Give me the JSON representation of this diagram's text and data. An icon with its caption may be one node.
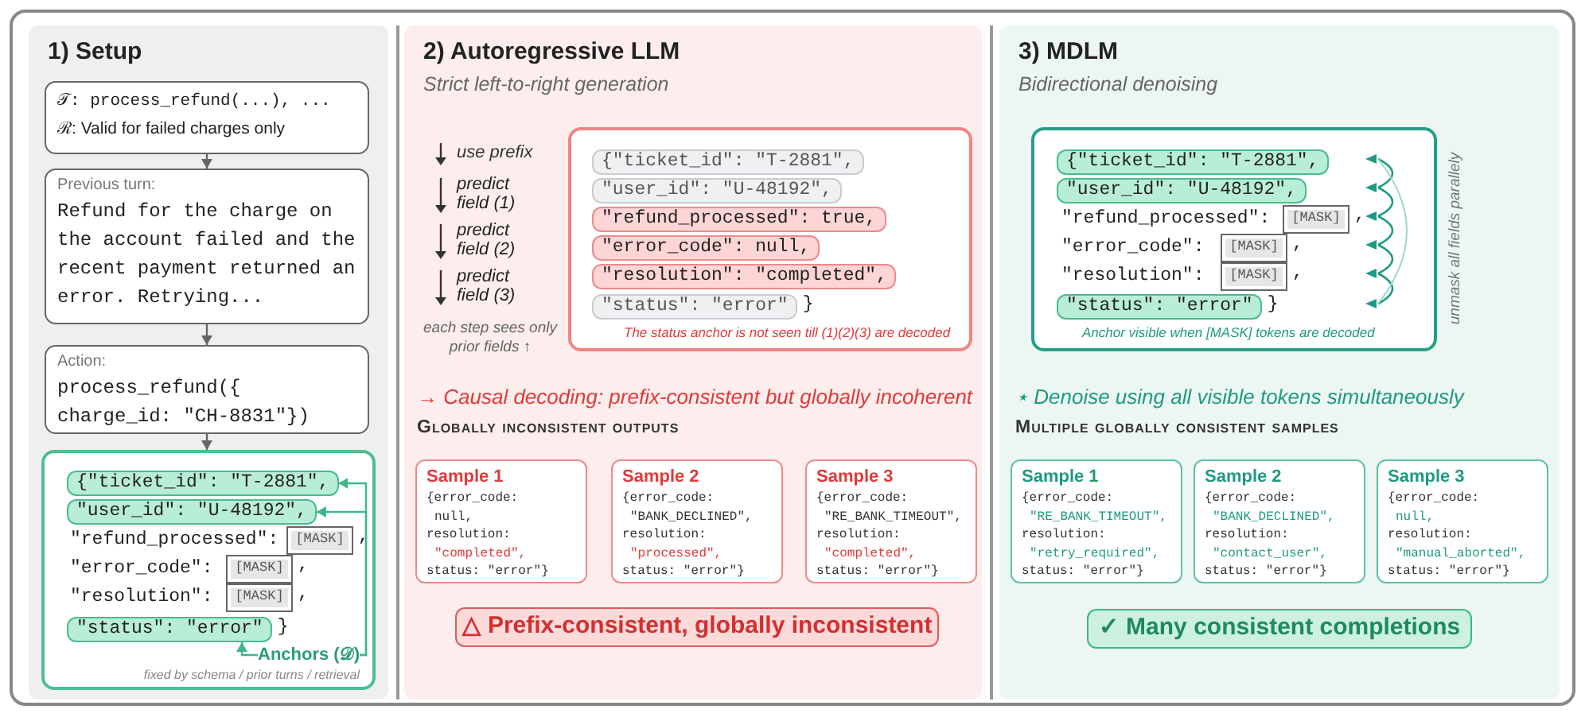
{
  "diagram": {
    "nodes": [
      {
        "text": [
          "1) Setup"
        ]
      },
      {
        "text": [
          "𝒯: process_refund(...), ...",
          "ℛ: Valid for failed charges only"
        ],
        "in": 0
      },
      {
        "text": [
          "Previous turn:",
          "Refund for the charge on the account failed and the recent payment returned an error. Retrying..."
        ],
        "in": 0
      },
      {
        "text": [
          "Action:",
          "process_refund({ charge_id: \"CH-8831\"})"
        ],
        "in": 0
      },
      {
        "text": [
          "\"refund_processed\":",
          "\"error_code\":",
          "\"resolution\":"
        ],
        "in": 0
      },
      {
        "text": [
          "{\"ticket_id\": \"T-2881\","
        ],
        "in": 4
      },
      {
        "text": [
          "\"user_id\": \"U-48192\","
        ],
        "in": 4
      },
      {
        "text": [
          "[MASK]"
        ],
        "beside": [
          ","
        ],
        "in": 4
      },
      {
        "text": [
          "[MASK]"
        ],
        "beside": [
          ","
        ],
        "in": 4
      },
      {
        "text": [
          "[MASK]"
        ],
        "beside": [
          ","
        ],
        "in": 4
      },
      {
        "text": [
          "\"status\": \"error\""
        ],
        "beside": [
          "}"
        ],
        "in": 4
      },
      {
        "text": [
          "Anchors (𝒟)"
        ],
        "beside": [
          "fixed by schema / prior turns / retrieval"
        ],
        "in": 4
      },
      {
        "text": [
          "2) Autoregressive LLM",
          "Strict left-to-right generation"
        ]
      },
      {
        "text": [
          "The status anchor is not seen till (1)(2)(3) are decoded"
        ],
        "in": 12
      },
      {
        "text": [
          "{\"ticket_id\": \"T-2881\","
        ],
        "in": 13
      },
      {
        "text": [
          "\"user_id\": \"U-48192\","
        ],
        "in": 13
      },
      {
        "text": [
          "\"refund_processed\": true,"
        ],
        "in": 13
      },
      {
        "text": [
          "\"error_code\": null,"
        ],
        "in": 13
      },
      {
        "text": [
          "\"resolution\": \"completed\","
        ],
        "in": 13
      },
      {
        "text": [
          "\"status\": \"error\""
        ],
        "beside": [
          "}"
        ],
        "in": 13
      },
      {
        "text": [
          "Sample 1",
          "{error_code:",
          "null,",
          "resolution:",
          "\"completed\",",
          "status: \"error\"}"
        ],
        "in": 12
      },
      {
        "text": [
          "Sample 2",
          "{error_code:",
          "\"BANK_DECLINED\",",
          "resolution:",
          "\"processed\",",
          "status: \"error\"}"
        ],
        "in": 12
      },
      {
        "text": [
          "Sample 3",
          "{error_code:",
          "\"RE_BANK_TIMEOUT\",",
          "resolution:",
          "\"completed\",",
          "status: \"error\"}"
        ],
        "in": 12
      },
      {
        "text": [
          "△ Prefix-consistent, globally inconsistent"
        ],
        "in": 12
      },
      {
        "text": [
          "3) MDLM",
          "Bidirectional denoising"
        ]
      },
      {
        "text": [
          "\"refund_processed\":",
          "\"error_code\":",
          "\"resolution\":",
          "Anchor visible when [MASK] tokens are decoded"
        ],
        "in": 24
      },
      {
        "text": [
          "{\"ticket_id\": \"T-2881\","
        ],
        "in": 25
      },
      {
        "text": [
          "\"user_id\": \"U-48192\","
        ],
        "in": 25
      },
      {
        "text": [
          "[MASK]"
        ],
        "beside": [
          ","
        ],
        "in": 25
      },
      {
        "text": [
          "[MASK]"
        ],
        "beside": [
          ","
        ],
        "in": 25
      },
      {
        "text": [
          "[MASK]"
        ],
        "beside": [
          ","
        ],
        "in": 25
      },
      {
        "text": [
          "\"status\": \"error\""
        ],
        "beside": [
          "}"
        ],
        "in": 25
      },
      {
        "text": [
          "Sample 1",
          "{error_code:",
          "\"RE_BANK_TIMEOUT\",",
          "resolution:",
          "\"retry_required\",",
          "status: \"error\"}"
        ],
        "in": 24
      },
      {
        "text": [
          "Sample 2",
          "{error_code:",
          "\"BANK_DECLINED\",",
          "resolution:",
          "\"contact_user\",",
          "status: \"error\"}"
        ],
        "in": 24
      },
      {
        "text": [
          "Sample 3",
          "{error_code:",
          "null,",
          "resolution:",
          "\"manual_aborted\",",
          "status: \"error\"}"
        ],
        "in": 24
      },
      {
        "text": [
          "✓ Many consistent completions"
        ],
        "in": 24
      }
    ],
    "edges": [
      {
        "from": 1,
        "to": 2,
        "arrow": "to"
      },
      {
        "from": 2,
        "to": 3,
        "arrow": "to"
      },
      {
        "from": 3,
        "to": 4,
        "arrow": "to"
      },
      {
        "from": 11,
        "to": 5,
        "arrow": "to",
        "color": "#3cb88a"
      },
      {
        "from": 11,
        "to": 6,
        "arrow": "to",
        "color": "#3cb88a"
      },
      {
        "from": 11,
        "to": 10,
        "arrow": "to",
        "color": "#3cb88a"
      }
    ],
    "labels": [
      "use prefix",
      "predict field (1)",
      "predict field (2)",
      "predict field (3)",
      "each step sees only prior fields ↑",
      "→ Causal decoding: prefix-consistent but globally incoherent",
      "Globally inconsistent outputs",
      "unmask all fields parallely",
      "⋆ Denoise using all visible tokens simultaneously",
      "Multiple globally consistent samples"
    ]
  }
}
